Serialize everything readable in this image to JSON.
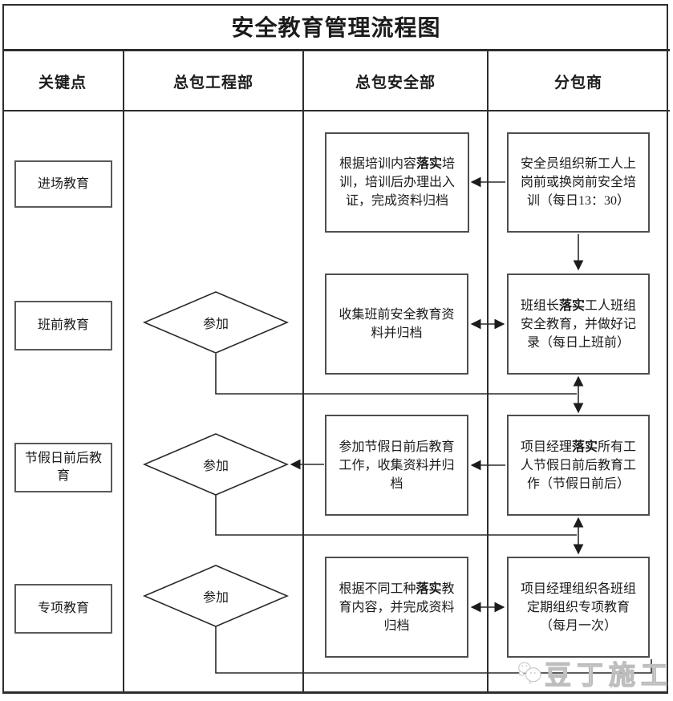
{
  "title": "安全教育管理流程图",
  "header": {
    "col1": "关键点",
    "col2": "总包工程部",
    "col3": "总包安全部",
    "col4": "分包商"
  },
  "rows": [
    {
      "key": "进场教育",
      "safety": {
        "pre": "根据培训内容",
        "bold": "落实",
        "post": "培\n训，培训后办理出入\n证，完成资料归档"
      },
      "sub": {
        "pre": "安全员组织新工人上\n岗前或换岗前安全培\n训（每日13：30）",
        "bold": "",
        "post": ""
      }
    },
    {
      "key": "班前教育",
      "participate": "参加",
      "safety": {
        "pre": "收集班前安全教育资\n料并归档",
        "bold": "",
        "post": ""
      },
      "sub": {
        "pre": "班组长",
        "bold": "落实",
        "post": "工人班组\n安全教育，并做好记\n录（每日上班前）"
      }
    },
    {
      "key": "节假日前后教\n育",
      "participate": "参加",
      "safety": {
        "pre": "参加节假日前后教育\n工作，收集资料并归\n档",
        "bold": "",
        "post": ""
      },
      "sub": {
        "pre": "项目经理",
        "bold": "落实",
        "post": "所有工\n人节假日前后教育工\n作（节假日前后）"
      }
    },
    {
      "key": "专项教育",
      "participate": "参加",
      "safety": {
        "pre": "根据不同工种",
        "bold": "落实",
        "post": "教\n育内容，并完成资料\n归档"
      },
      "sub": {
        "pre": "项目经理组织各班组\n定期组织专项教育\n（每月一次）",
        "bold": "",
        "post": ""
      }
    }
  ],
  "watermark": {
    "label": "豆丁施工"
  },
  "colors": {
    "line": "#2e2e2e",
    "box_border": "#4e4e4e",
    "text": "#1b1b1b",
    "watermark": "#c6c6c6"
  }
}
